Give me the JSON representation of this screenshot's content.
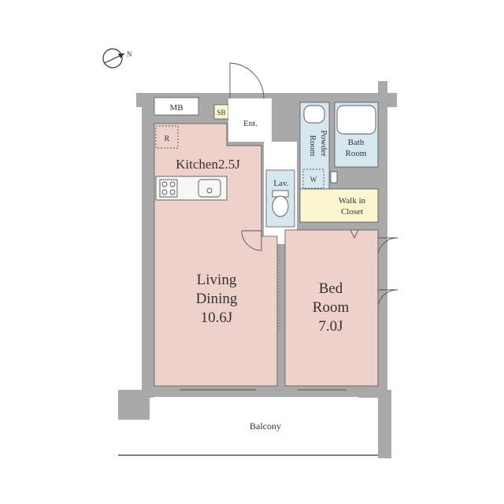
{
  "compass": {
    "label": "N"
  },
  "rooms": {
    "mb": "MB",
    "sb": "SB",
    "entrance": "Ent.",
    "refrigerator": "R",
    "kitchen": "Kitchen2.5J",
    "powder_room": [
      "Powder",
      "Room"
    ],
    "bath_room": [
      "Bath",
      "Room"
    ],
    "washer": "W",
    "lavatory": "Lav.",
    "walk_in_closet": [
      "Walk in",
      "Closet"
    ],
    "living_dining": [
      "Living",
      "Dining",
      "10.6J"
    ],
    "bed_room": [
      "Bed",
      "Room",
      "7.0J"
    ],
    "balcony": "Balcony"
  },
  "colors": {
    "wall": "#a9a9a9",
    "living": "#efd1cc",
    "wet_area": "#d6e7ef",
    "closet": "#fbf6cf",
    "floor_white": "#ffffff",
    "line": "#555555"
  }
}
